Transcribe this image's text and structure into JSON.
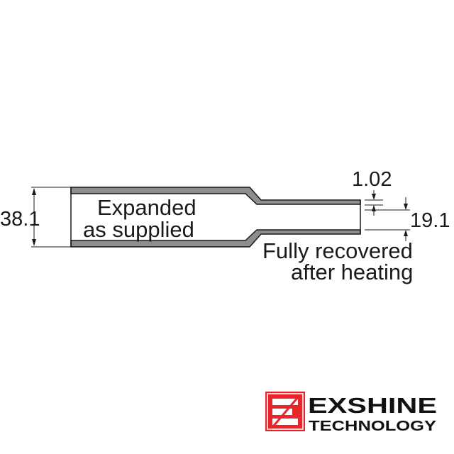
{
  "diagram": {
    "dim_outer": "38.1",
    "dim_inner": "19.1",
    "dim_wall": "1.02",
    "label_expanded_line1": "Expanded",
    "label_expanded_line2": "as supplied",
    "label_recovered_line1": "Fully recovered",
    "label_recovered_line2": "after heating"
  },
  "logo": {
    "brand": "EXSHINE",
    "tagline": "TECHNOLOGY",
    "accent_color": "#e8262b"
  },
  "colors": {
    "tube_wall": "#8e8e8e",
    "outline": "#1a1a1a"
  }
}
